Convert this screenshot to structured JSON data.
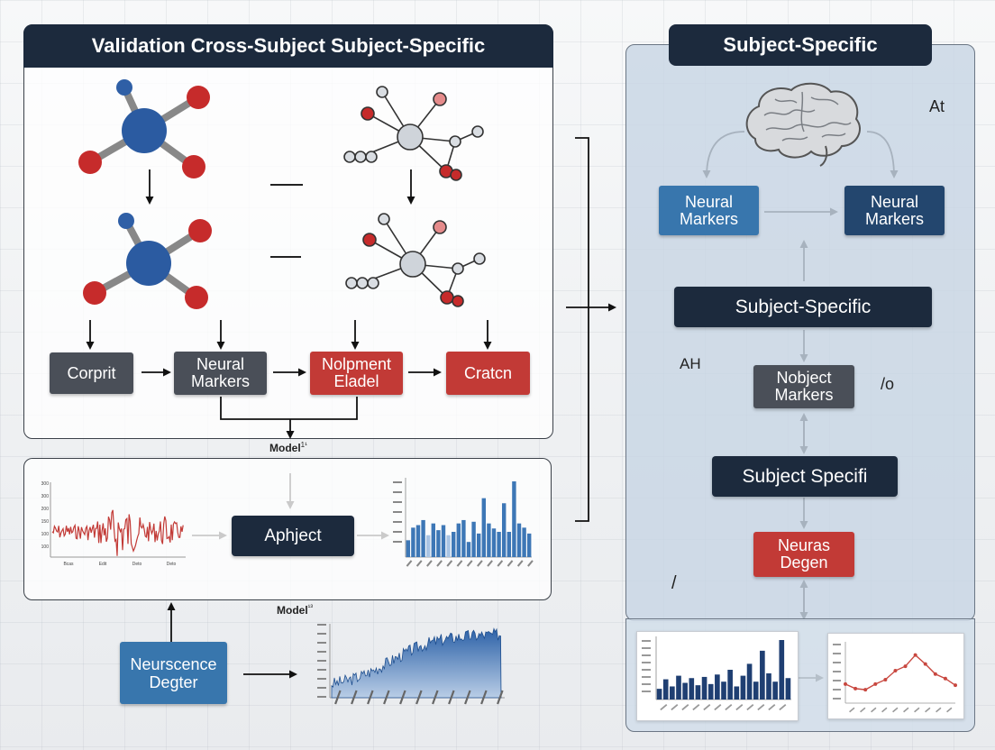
{
  "left_panel": {
    "title": "Validation Cross-Subject Subject-Specific"
  },
  "left_flow": {
    "corprit": "Corprit",
    "neural_markers": "Neural\nMarkers",
    "nolpment": "Nolpment\nEladel",
    "cratcn": "Cratcn"
  },
  "model_label_1": "Model",
  "model_label_1_sup": "1¹",
  "model_label_2": "Model",
  "model_label_2_sup": "¹³",
  "aphject": "Aphject",
  "neurscence": "Neurscence\nDegter",
  "waveform_ticks": [
    "Bcas",
    "Edit",
    "Deto",
    "Deto"
  ],
  "waveform_yticks": [
    "300",
    "300",
    "200",
    "150",
    "100",
    "100"
  ],
  "right_panel": {
    "title": "Subject-Specific"
  },
  "right_flow": {
    "neural_markers_a": "Neural\nMarkers",
    "neural_markers_b": "Neural\nMarkers",
    "subject_specific": "Subject-Specific",
    "nobject_markers": "Nobject\nMarkers",
    "subject_specifi": "Subject Specifi",
    "neuras_degen": "Neuras\nDegen"
  },
  "annotations": {
    "at": "At",
    "ah": "AH",
    "slash_o": "/o",
    "slash": "/"
  },
  "colors": {
    "navy": "#1c2a3d",
    "red": "#c23a36",
    "gray": "#4a4f58",
    "blue": "#3876ad",
    "dark_blue": "#23466e",
    "chart_blue": "#3d77b6",
    "chart_navy": "#1f3f72",
    "wave_red": "#c23a36",
    "line_red": "#c8473f"
  },
  "chart_data": [
    {
      "type": "line",
      "title": "",
      "xlabel": "",
      "ylabel": ""
    },
    {
      "type": "bar",
      "title": "",
      "xlabel": "",
      "ylabel": "",
      "series": [
        {
          "values": [
            20,
            35,
            38,
            44,
            26,
            40,
            32,
            38,
            26,
            30,
            40,
            44,
            18,
            42,
            28,
            70,
            40,
            34,
            30,
            64,
            30,
            90,
            40,
            35,
            28
          ]
        }
      ]
    },
    {
      "type": "area",
      "title": "",
      "xlabel": "",
      "ylabel": ""
    },
    {
      "type": "bar",
      "title": "",
      "xlabel": "",
      "ylabel": "",
      "series": [
        {
          "values": [
            18,
            34,
            22,
            40,
            28,
            36,
            24,
            38,
            26,
            42,
            30,
            50,
            22,
            40,
            60,
            30,
            82,
            44,
            30,
            100,
            36
          ]
        }
      ]
    },
    {
      "type": "line",
      "title": "",
      "xlabel": "",
      "ylabel": "",
      "series": [
        {
          "values": [
            34,
            26,
            24,
            34,
            42,
            58,
            66,
            86,
            70,
            52,
            44,
            32
          ]
        }
      ]
    }
  ]
}
